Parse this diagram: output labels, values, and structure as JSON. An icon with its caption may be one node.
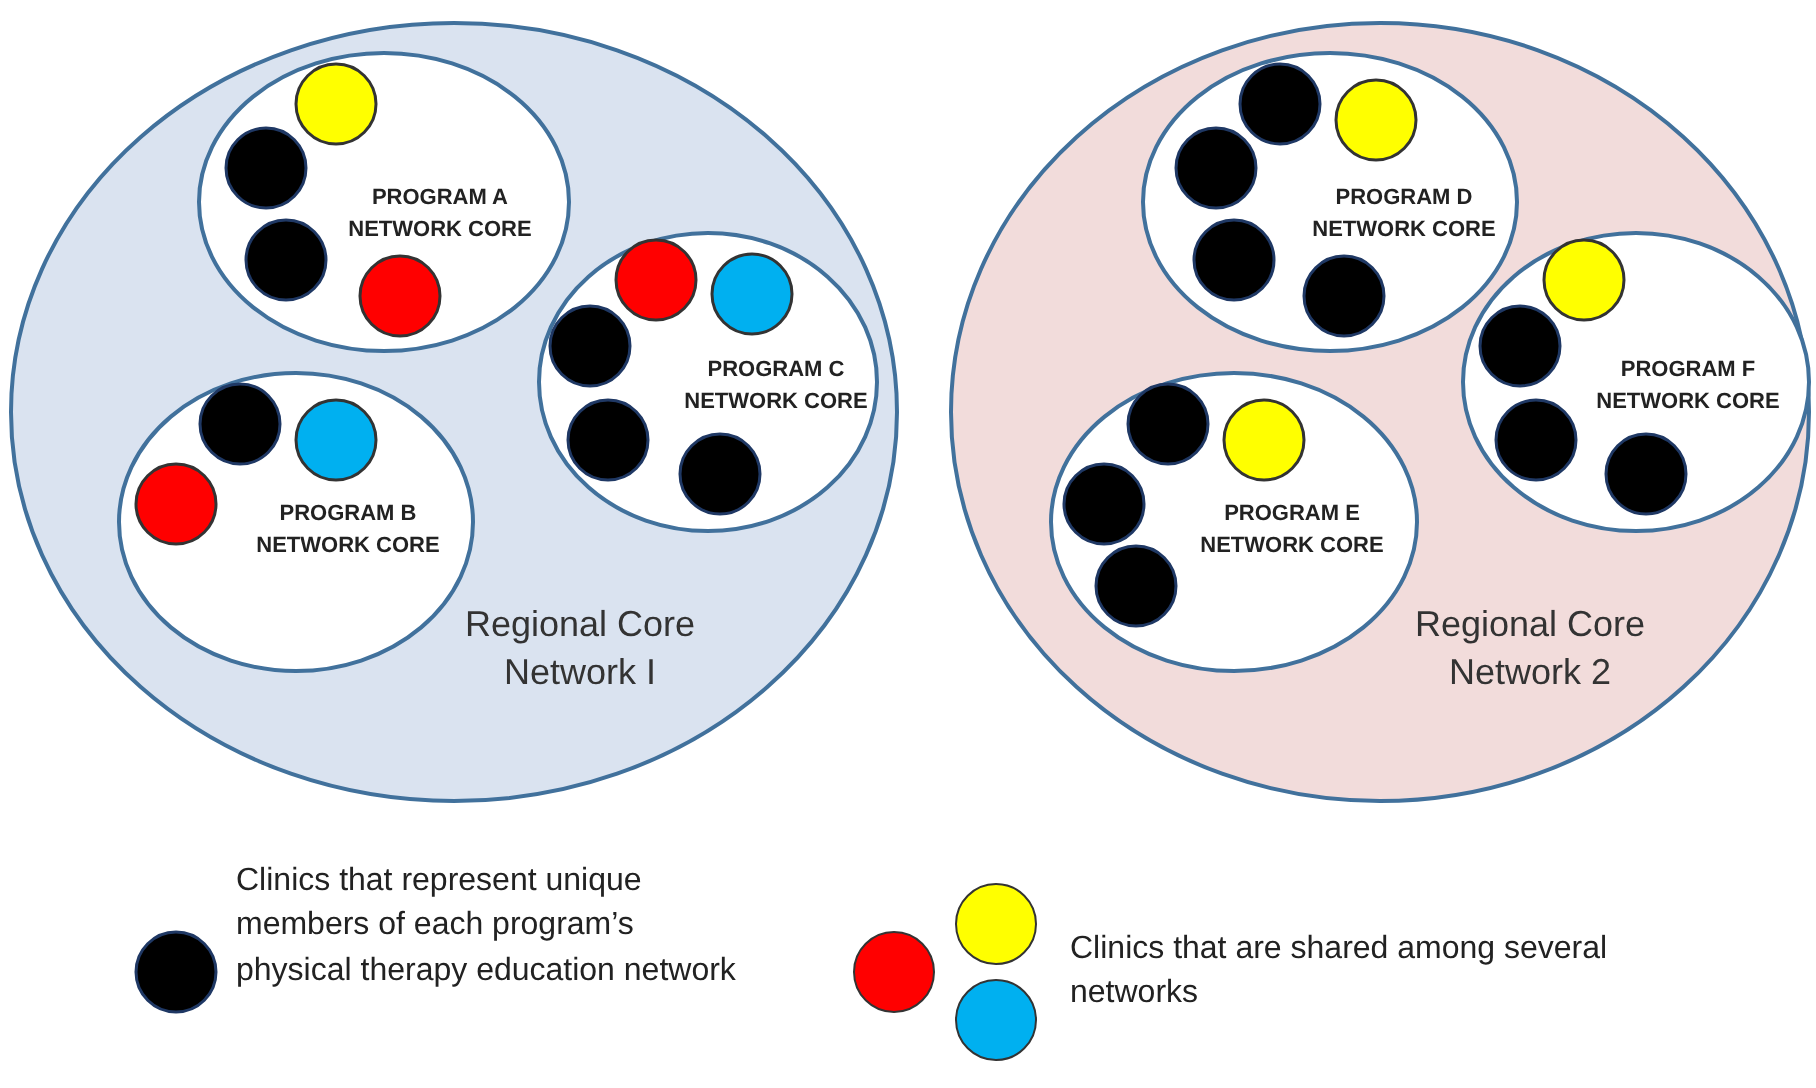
{
  "diagram": {
    "nodes": [
      {
        "text": [
          "Regional Core Network I"
        ]
      },
      {
        "text": [
          "PROGRAM A NETWORK CORE"
        ],
        "in": 0
      },
      {
        "text": [],
        "shape": "circle",
        "in": 1
      },
      {
        "text": [],
        "shape": "circle",
        "in": 1
      },
      {
        "text": [],
        "shape": "circle",
        "in": 1
      },
      {
        "text": [],
        "shape": "circle",
        "in": 1
      },
      {
        "text": [
          "PROGRAM C NETWORK CORE"
        ],
        "in": 0
      },
      {
        "text": [],
        "shape": "circle",
        "in": 6
      },
      {
        "text": [],
        "shape": "circle",
        "in": 6
      },
      {
        "text": [],
        "shape": "circle",
        "in": 6
      },
      {
        "text": [],
        "shape": "circle",
        "in": 6
      },
      {
        "text": [],
        "shape": "circle",
        "in": 6
      },
      {
        "text": [
          "PROGRAM B NETWORK CORE"
        ],
        "in": 0
      },
      {
        "text": [],
        "shape": "circle",
        "in": 12
      },
      {
        "text": [],
        "shape": "circle",
        "in": 12
      },
      {
        "text": [],
        "shape": "circle",
        "in": 12
      },
      {
        "text": [
          "Regional Core Network 2"
        ]
      },
      {
        "text": [
          "PROGRAM D NETWORK CORE"
        ],
        "in": 16
      },
      {
        "text": [],
        "shape": "circle",
        "in": 17
      },
      {
        "text": [],
        "shape": "circle",
        "in": 17
      },
      {
        "text": [],
        "shape": "circle",
        "in": 17
      },
      {
        "text": [],
        "shape": "circle",
        "in": 17
      },
      {
        "text": [],
        "shape": "circle",
        "in": 17
      },
      {
        "text": [
          "PROGRAM F NETWORK CORE"
        ],
        "in": 16
      },
      {
        "text": [],
        "shape": "circle",
        "in": 23
      },
      {
        "text": [],
        "shape": "circle",
        "in": 23
      },
      {
        "text": [],
        "shape": "circle",
        "in": 23
      },
      {
        "text": [],
        "shape": "circle",
        "in": 23
      },
      {
        "text": [
          "PROGRAM E NETWORK CORE"
        ],
        "in": 16
      },
      {
        "text": [],
        "shape": "circle",
        "in": 28
      },
      {
        "text": [],
        "shape": "circle",
        "in": 28
      },
      {
        "text": [],
        "shape": "circle",
        "in": 28
      },
      {
        "text": [],
        "shape": "circle",
        "in": 28
      }
    ],
    "legend": [
      {
        "text": "Clinics that represent unique members of each program’s physical therapy education network",
        "color": "#000000"
      },
      {
        "text": "Clinics that are shared among several networks"
      }
    ]
  }
}
